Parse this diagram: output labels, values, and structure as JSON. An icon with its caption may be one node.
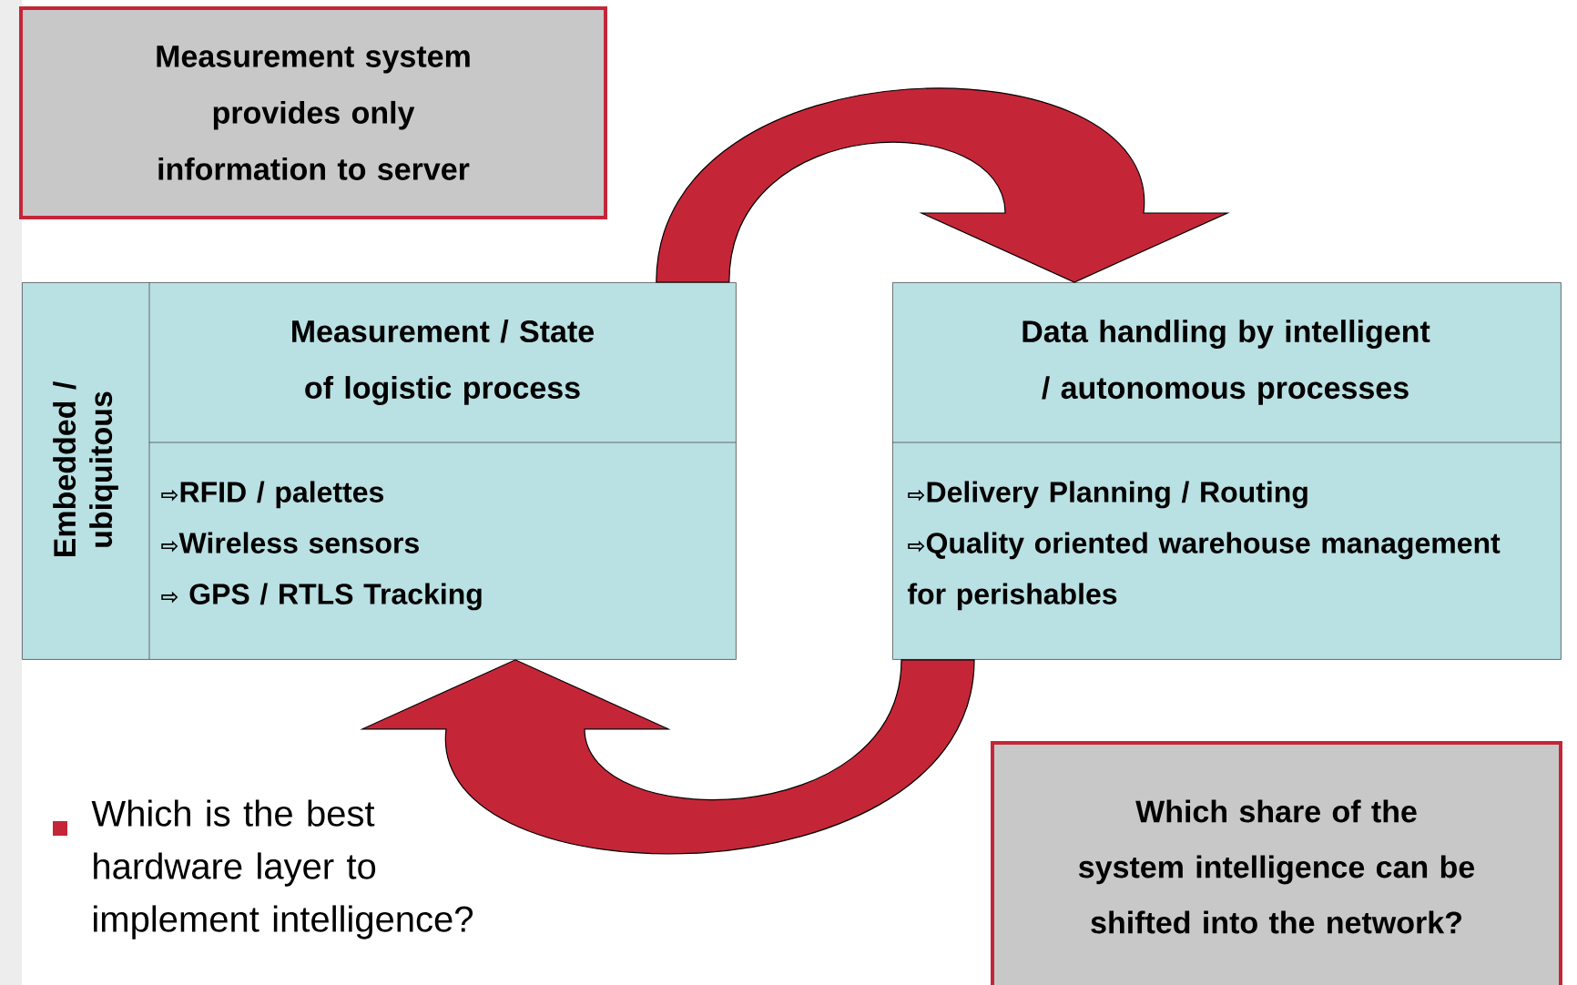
{
  "diagram": {
    "nodes": [
      {
        "text": [
          "Embedded / ubiquitous",
          "Measurement / State of logistic process",
          "⇨RFID / palettes",
          "⇨Wireless sensors",
          "⇨ GPS / RTLS Tracking"
        ]
      },
      {
        "text": [
          "Data handling by intelligent / autonomous processes",
          "⇨Delivery Planning /  Routing",
          "⇨Quality oriented warehouse management for perishables"
        ]
      },
      {
        "text": [
          "Measurement system provides only information to server"
        ]
      },
      {
        "text": [
          "Which share of the system intelligence can be shifted into the network?"
        ]
      }
    ],
    "edges": [
      {
        "from": 0,
        "to": 1,
        "arrow": "to",
        "style": "thick"
      },
      {
        "from": 1,
        "to": 0,
        "arrow": "to",
        "style": "thick"
      }
    ],
    "labels": [
      "Which is the best hardware layer to implement intelligence?"
    ]
  }
}
